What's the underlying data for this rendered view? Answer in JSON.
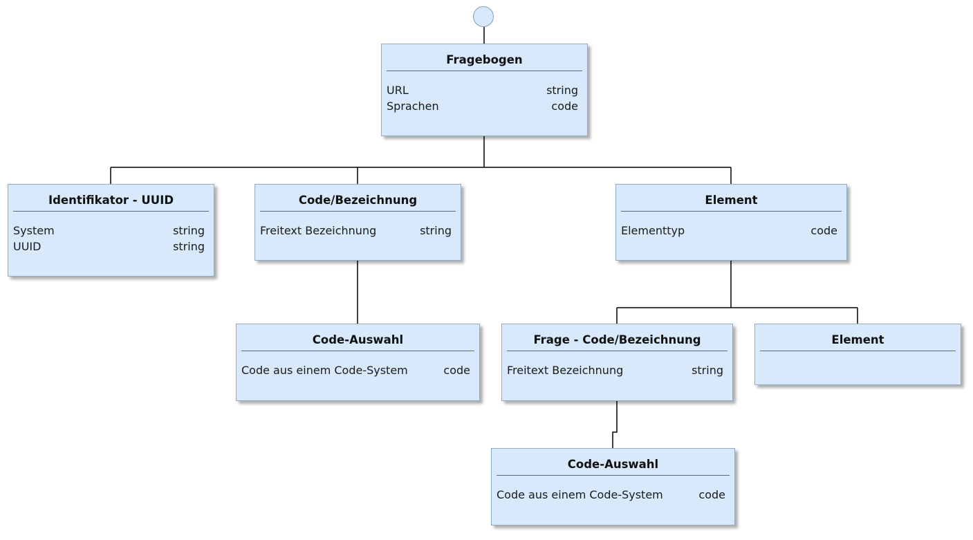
{
  "diagram": {
    "nodes": [
      {
        "id": "fragebogen",
        "title": "Fragebogen",
        "attributes": [
          {
            "name": "URL",
            "type": "string"
          },
          {
            "name": "Sprachen",
            "type": "code"
          }
        ]
      },
      {
        "id": "identifikator",
        "title": "Identifikator - UUID",
        "attributes": [
          {
            "name": "System",
            "type": "string"
          },
          {
            "name": "UUID",
            "type": "string"
          }
        ]
      },
      {
        "id": "code-bezeichnung",
        "title": "Code/Bezeichnung",
        "attributes": [
          {
            "name": "Freitext Bezeichnung",
            "type": "string"
          }
        ]
      },
      {
        "id": "element",
        "title": "Element",
        "attributes": [
          {
            "name": "Elementtyp",
            "type": "code"
          }
        ]
      },
      {
        "id": "code-auswahl-1",
        "title": "Code-Auswahl",
        "attributes": [
          {
            "name": "Code aus einem Code-System",
            "type": "code"
          }
        ]
      },
      {
        "id": "frage-code-bezeichnung",
        "title": "Frage - Code/Bezeichnung",
        "attributes": [
          {
            "name": "Freitext Bezeichnung",
            "type": "string"
          }
        ]
      },
      {
        "id": "element-child",
        "title": "Element",
        "attributes": []
      },
      {
        "id": "code-auswahl-2",
        "title": "Code-Auswahl",
        "attributes": [
          {
            "name": "Code aus einem Code-System",
            "type": "code"
          }
        ]
      }
    ],
    "edges": [
      {
        "from": "start",
        "to": "fragebogen"
      },
      {
        "from": "fragebogen",
        "to": "identifikator"
      },
      {
        "from": "fragebogen",
        "to": "code-bezeichnung"
      },
      {
        "from": "fragebogen",
        "to": "element"
      },
      {
        "from": "code-bezeichnung",
        "to": "code-auswahl-1"
      },
      {
        "from": "element",
        "to": "frage-code-bezeichnung"
      },
      {
        "from": "element",
        "to": "element-child"
      },
      {
        "from": "frage-code-bezeichnung",
        "to": "code-auswahl-2"
      }
    ],
    "colors": {
      "box_fill": "#d7e9fb",
      "box_border": "#93aac3",
      "line": "#000000",
      "start_fill": "#d8e9fb"
    }
  }
}
